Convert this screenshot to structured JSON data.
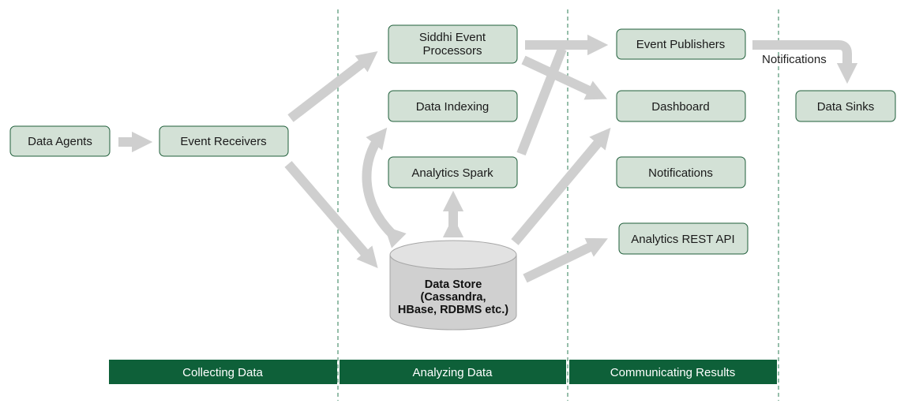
{
  "nodes": {
    "data_agents": "Data Agents",
    "event_receivers": "Event Receivers",
    "siddhi_line1": "Siddhi Event",
    "siddhi_line2": "Processors",
    "data_indexing": "Data Indexing",
    "analytics_spark": "Analytics Spark",
    "data_store_line1": "Data Store",
    "data_store_line2": "(Cassandra,",
    "data_store_line3": "HBase, RDBMS etc.)",
    "event_publishers": "Event Publishers",
    "dashboard": "Dashboard",
    "notifications": "Notifications",
    "analytics_rest_api": "Analytics REST API",
    "data_sinks": "Data Sinks"
  },
  "edge_labels": {
    "publishers_to_sinks": "Notifications"
  },
  "phases": [
    "Collecting Data",
    "Analyzing Data",
    "Communicating Results"
  ],
  "colors": {
    "node_fill": "#d3e1d6",
    "node_border": "#1f5e3a",
    "phase_band": "#0e6039",
    "arrow": "#cfcfcf",
    "divider": "#2e7d55"
  }
}
